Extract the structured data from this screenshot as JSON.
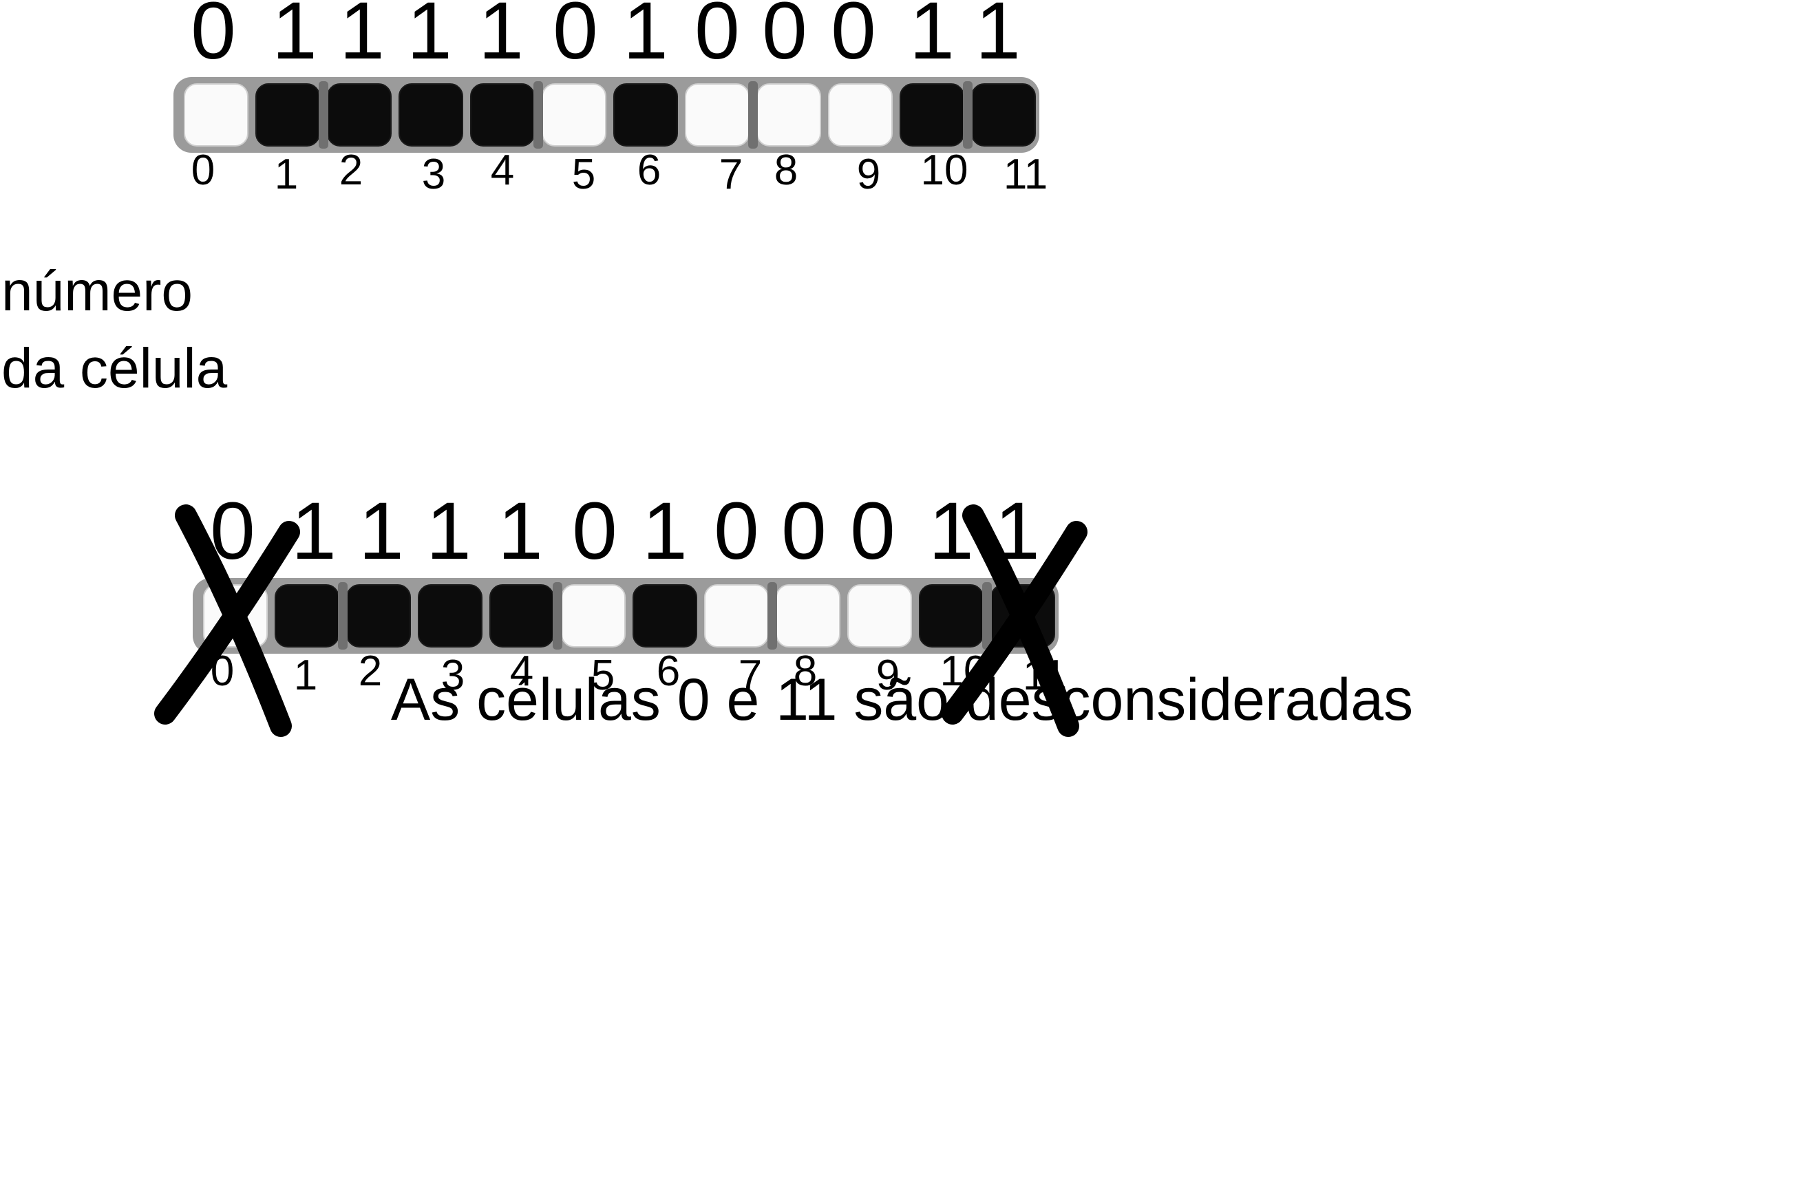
{
  "side_label": {
    "line1": "número",
    "line2": "da célula"
  },
  "caption": "As células 0 e 11 são desconsideradas",
  "colors": {
    "tube": "#9b9b9b",
    "black_cell": "#0c0c0c",
    "white_cell": "#fafafa",
    "divider": "#707070",
    "cross": "#000000"
  },
  "strips": [
    {
      "id": "top",
      "bits": [
        "0",
        "1",
        "1",
        "1",
        "1",
        "0",
        "1",
        "0",
        "0",
        "0",
        "1",
        "1"
      ],
      "cell_numbers": [
        "0",
        "1",
        "2",
        "3",
        "4",
        "5",
        "6",
        "7",
        "8",
        "9",
        "10",
        "11"
      ],
      "cells": [
        "white",
        "black",
        "black",
        "black",
        "black",
        "white",
        "black",
        "white",
        "white",
        "white",
        "black",
        "black"
      ],
      "crossed": []
    },
    {
      "id": "bottom",
      "bits": [
        "0",
        "1",
        "1",
        "1",
        "1",
        "0",
        "1",
        "0",
        "0",
        "0",
        "1",
        "1"
      ],
      "cell_numbers": [
        "0",
        "1",
        "2",
        "3",
        "4",
        "5",
        "6",
        "7",
        "8",
        "9",
        "10",
        "11"
      ],
      "cells": [
        "white",
        "black",
        "black",
        "black",
        "black",
        "white",
        "black",
        "white",
        "white",
        "white",
        "black",
        "black"
      ],
      "crossed": [
        "0",
        "11"
      ]
    }
  ]
}
